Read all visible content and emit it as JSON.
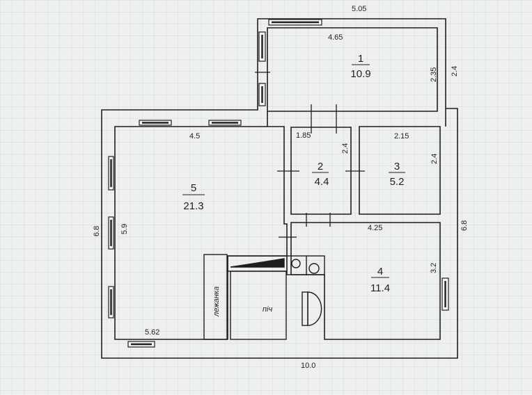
{
  "dimensions": {
    "top_overall": "5.05",
    "room1_inner_top": "4.65",
    "room1_right_height": "2.35",
    "right_upper_outer": "2.4",
    "room5_top": "4.5",
    "room2_top": "1.85",
    "room2_height": "2.4",
    "room3_top": "2.15",
    "room3_height": "2.4",
    "room4_top": "4.25",
    "room4_height": "3.2",
    "right_overall": "6.8",
    "left_overall": "6.8",
    "room5_height": "5.9",
    "room5_bottom": "5.62",
    "bottom_overall": "10.0"
  },
  "rooms": [
    {
      "number": "1",
      "area": "10.9"
    },
    {
      "number": "2",
      "area": "4.4"
    },
    {
      "number": "3",
      "area": "5.2"
    },
    {
      "number": "4",
      "area": "11.4"
    },
    {
      "number": "5",
      "area": "21.3"
    }
  ],
  "stove": {
    "bench_label": "лежанка",
    "oven_label": "піч"
  },
  "colors": {
    "background": "#eef0ef",
    "grid": "#d3d8d6",
    "ink": "#1e1e1e"
  }
}
